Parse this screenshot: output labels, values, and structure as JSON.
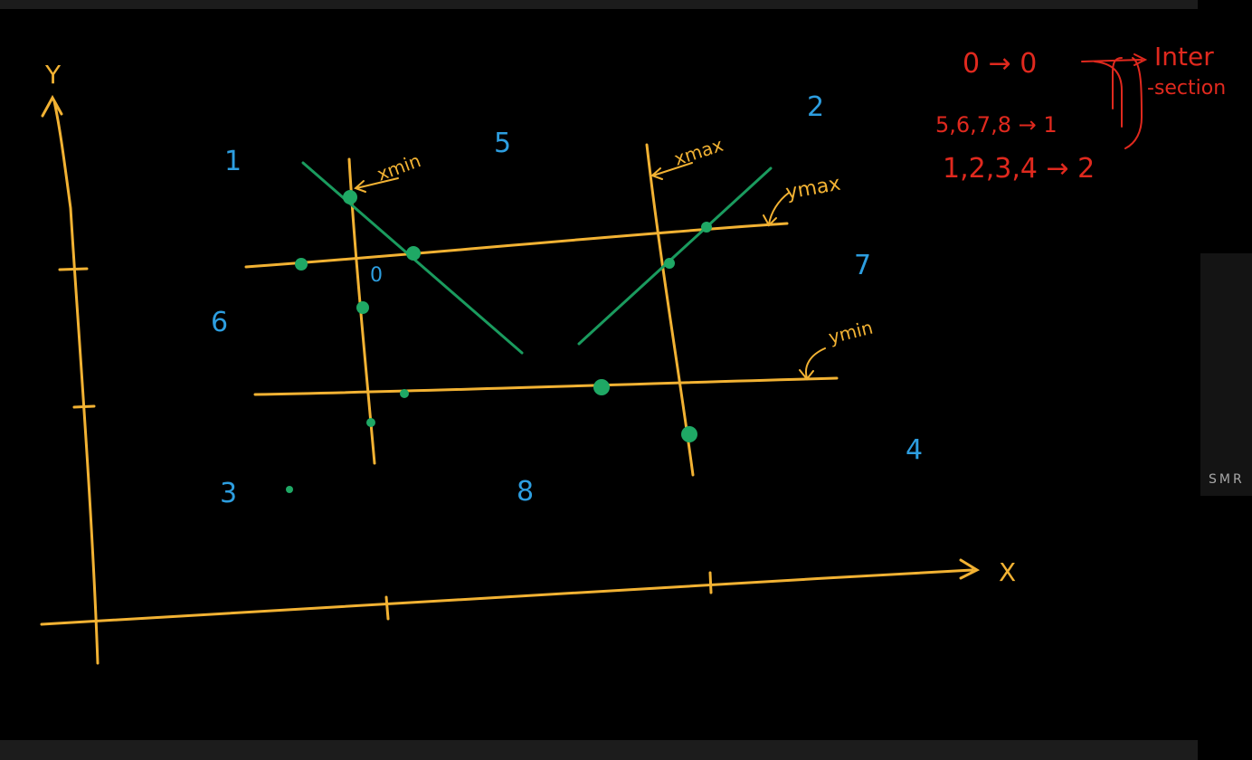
{
  "colors": {
    "background": "#000000",
    "axis": "#f2b233",
    "line": "#1a9b5e",
    "point": "#1fa865",
    "region_label": "#2d9ee0",
    "annotation": "#e0291e"
  },
  "axes": {
    "x_label": "X",
    "y_label": "Y"
  },
  "window_labels": {
    "xmin": "xmin",
    "xmax": "xmax",
    "ymax": "ymax",
    "ymin": "ymin"
  },
  "region_labels": [
    "1",
    "5",
    "2",
    "6",
    "0",
    "7",
    "3",
    "8",
    "4"
  ],
  "notes": {
    "line1": "0 → 0",
    "line2": "5,6,7,8 → 1",
    "line3": "1,2,3,4 → 2",
    "intersection_top": "Inter",
    "intersection_bottom": "-section"
  },
  "side_panel": {
    "label": "SMR"
  }
}
